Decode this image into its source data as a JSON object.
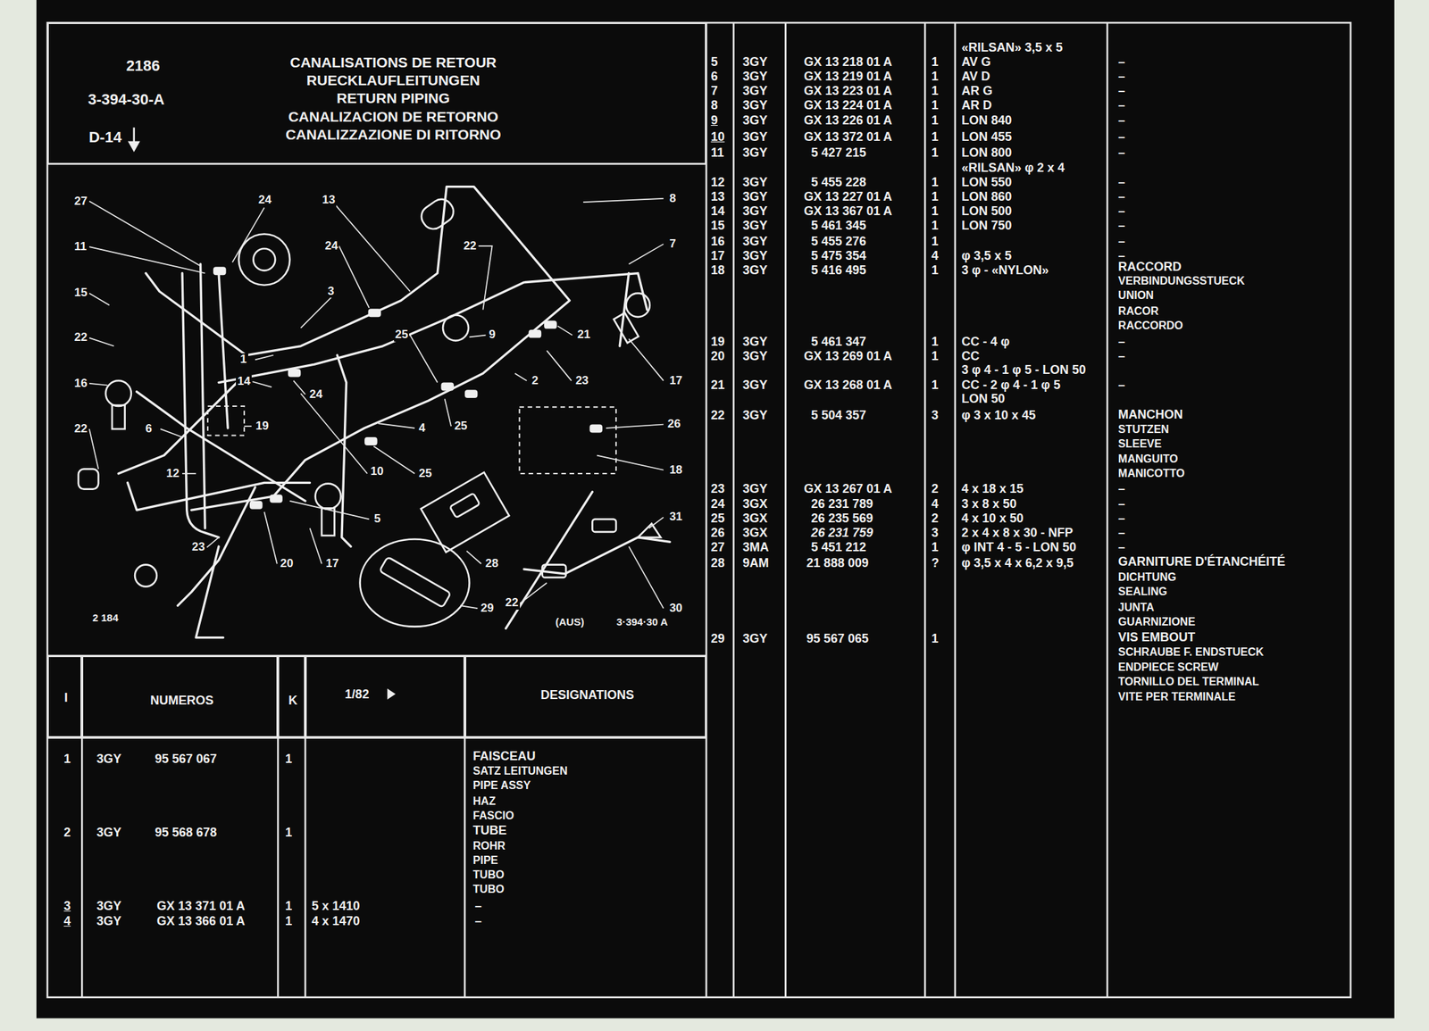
{
  "diagram": {
    "title": "CANALISATIONS DE RETOUR",
    "nodes": [
      {
        "text": [
          "2186",
          "3-394-30-A",
          "D-14",
          "RUECKLAUFLEITUNGEN",
          "RETURN PIPING",
          "CANALIZACION DE RETORNO",
          "CANALIZZAZIONE DI RITORNO"
        ]
      },
      {
        "text": [
          "I"
        ]
      },
      {
        "text": [
          "NUMEROS"
        ]
      },
      {
        "text": [
          "K"
        ]
      },
      {
        "text": [
          "1/82"
        ]
      },
      {
        "text": [
          "DESIGNATIONS"
        ]
      }
    ],
    "labels": [
      "27",
      "24",
      "13",
      "8",
      "11",
      "22",
      "7",
      "15",
      "24",
      "3",
      "1",
      "25",
      "9",
      "21",
      "22",
      "14",
      "24",
      "2",
      "23",
      "17",
      "16",
      "6",
      "19",
      "4",
      "25",
      "26",
      "22",
      "12",
      "10",
      "25",
      "18",
      "5",
      "31",
      "23",
      "20",
      "17",
      "28",
      "29",
      "22",
      "30",
      "2 184",
      "(AUS)",
      "3·394·30 A",
      "1",
      "3GY",
      "95 567 067",
      "1",
      "FAISCEAU",
      "SATZ LEITUNGEN",
      "PIPE ASSY",
      "HAZ",
      "FASCIO",
      "2",
      "3GY",
      "95 568 678",
      "1",
      "TUBE",
      "ROHR",
      "PIPE",
      "TUBO",
      "TUBO",
      "3",
      "3GY",
      "GX 13 371 01 A",
      "1",
      "5 x 1410",
      "–",
      "4",
      "3GY",
      "GX 13 366 01 A",
      "1",
      "4 x 1470",
      "–",
      "«RILSAN» 3,5 x 5",
      "5",
      "3GY",
      "GX 13 218 01 A",
      "1",
      "AV G",
      "–",
      "6",
      "3GY",
      "GX 13 219 01 A",
      "1",
      "AV D",
      "–",
      "7",
      "3GY",
      "GX 13 223 01 A",
      "1",
      "AR G",
      "–",
      "8",
      "3GY",
      "GX 13 224 01 A",
      "1",
      "AR D",
      "–",
      "9",
      "3GY",
      "GX 13 226 01 A",
      "1",
      "LON 840",
      "–",
      "10",
      "3GY",
      "GX 13 372 01 A",
      "1",
      "LON 455",
      "–",
      "11",
      "3GY",
      "5 427 215",
      "1",
      "LON 800",
      "–",
      "«RILSAN» φ 2 x 4",
      "12",
      "3GY",
      "5 455 228",
      "1",
      "LON 550",
      "–",
      "13",
      "3GY",
      "GX 13 227 01 A",
      "1",
      "LON 860",
      "–",
      "14",
      "3GY",
      "GX 13 367 01 A",
      "1",
      "LON 500",
      "–",
      "15",
      "3GY",
      "5 461 345",
      "1",
      "LON 750",
      "–",
      "16",
      "3GY",
      "5 455 276",
      "1",
      "–",
      "17",
      "3GY",
      "5 475 354",
      "4",
      "φ 3,5 x 5",
      "–",
      "18",
      "3GY",
      "5 416 495",
      "1",
      "3 φ - «NYLON»",
      "RACCORD",
      "VERBINDUNGSSTUECK",
      "UNION",
      "RACOR",
      "RACCORDO",
      "19",
      "3GY",
      "5 461 347",
      "1",
      "CC - 4 φ",
      "–",
      "20",
      "3GY",
      "GX 13 269 01 A",
      "1",
      "CC",
      "–",
      "3 φ 4 - 1 φ 5 - LON 50",
      "21",
      "3GY",
      "GX 13 268 01 A",
      "1",
      "CC - 2 φ 4 - 1 φ 5",
      "–",
      "LON 50",
      "22",
      "3GY",
      "5 504 357",
      "3",
      "φ 3 x 10 x 45",
      "MANCHON",
      "STUTZEN",
      "SLEEVE",
      "MANGUITO",
      "MANICOTTO",
      "23",
      "3GY",
      "GX 13 267 01 A",
      "2",
      "4 x 18 x 15",
      "–",
      "24",
      "3GX",
      "26 231 789",
      "4",
      "3 x 8 x 50",
      "–",
      "25",
      "3GX",
      "26 235 569",
      "2",
      "4 x 10 x 50",
      "–",
      "26",
      "3GX",
      "26 231 759",
      "3",
      "2 x 4 x 8 x 30 - NFP",
      "–",
      "27",
      "3MA",
      "5 451 212",
      "1",
      "φ INT 4 - 5 - LON 50",
      "–",
      "28",
      "9AM",
      "21 888 009",
      "?",
      "φ 3,5 x 4 x 6,2 x 9,5",
      "GARNITURE D'ÉTANCHÉITÉ",
      "DICHTUNG",
      "SEALING",
      "JUNTA",
      "GUARNIZIONE",
      "29",
      "3GY",
      "95 567 065",
      "1",
      "VIS EMBOUT",
      "SCHRAUBE F. ENDSTUECK",
      "ENDPIECE SCREW",
      "TORNILLO DEL TERMINAL",
      "VITE PER TERMINALE"
    ]
  }
}
